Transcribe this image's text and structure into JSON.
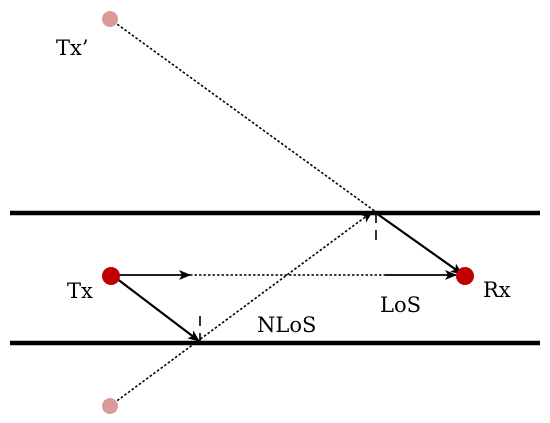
{
  "labels": {
    "tx": "Tx",
    "tx_image": "Tx’",
    "rx": "Rx",
    "los": "LoS",
    "nlos": "NLoS"
  },
  "colors": {
    "node": "#c00000",
    "image_node": "#d99a9a",
    "wall": "#000000",
    "ray": "#000000"
  }
}
